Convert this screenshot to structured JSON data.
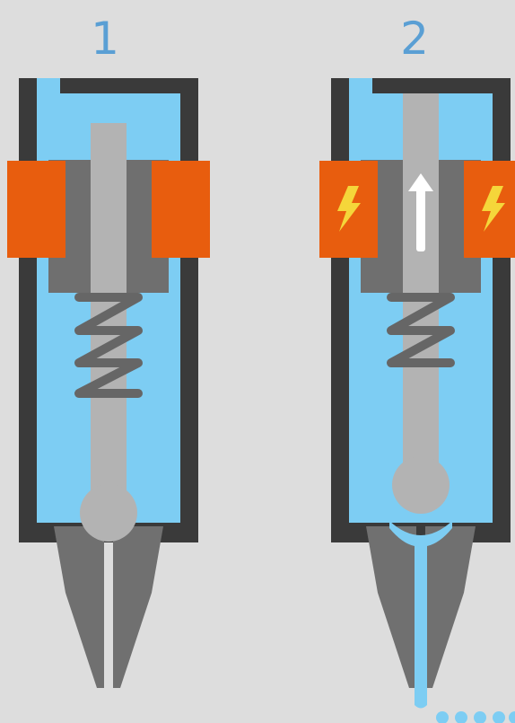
{
  "panels": [
    {
      "label": "1",
      "state": "closed"
    },
    {
      "label": "2",
      "state": "open"
    }
  ],
  "colors": {
    "background": "#dddddd",
    "housing": "#3a3a3a",
    "fuel": "#7dcdf3",
    "label": "#5a9fd4",
    "coil": "#e85d0e",
    "core": "#6f6f6f",
    "needle": "#b3b3b3",
    "spring": "#666666",
    "nozzle": "#707070",
    "bolt": "#f5d63a",
    "arrow": "#ffffff"
  },
  "icons": {
    "energized": "lightning-bolt-icon",
    "motion": "arrow-up-icon"
  }
}
